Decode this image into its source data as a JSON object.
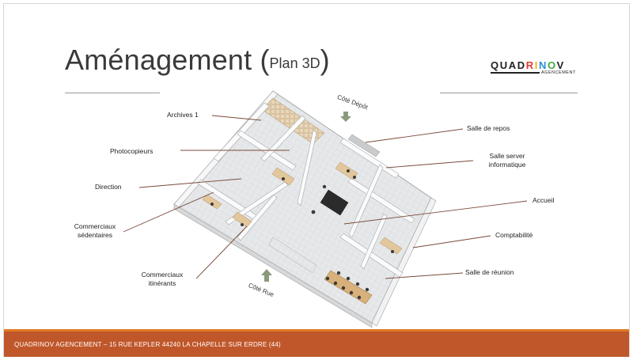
{
  "title": {
    "main": "Aménagement ",
    "open": "(",
    "sub": "Plan 3D",
    "close": ")"
  },
  "logo": {
    "letters": [
      "Q",
      "U",
      "A",
      "D",
      "R",
      "I",
      "N",
      "O",
      "V"
    ],
    "letter_colors": [
      "#222222",
      "#222222",
      "#222222",
      "#222222",
      "#e03a3a",
      "#f2b21b",
      "#2c8fd6",
      "#46a843",
      "#222222"
    ],
    "tagline": "AGENCEMENT"
  },
  "labels": {
    "archives": "Archives 1",
    "photocopieurs": "Photocopieurs",
    "direction": "Direction",
    "commerciaux_sed_1": "Commerciaux",
    "commerciaux_sed_2": "sédentaires",
    "commerciaux_iti_1": "Commerciaux",
    "commerciaux_iti_2": "itinérants",
    "salle_repos": "Salle de repos",
    "salle_server_1": "Salle server",
    "salle_server_2": "informatique",
    "accueil": "Accueil",
    "comptabilite": "Comptabilité",
    "salle_reunion": "Salle de réunion",
    "cote_depot": "Côté Dépôt",
    "cote_rue": "Côté Rue"
  },
  "colors": {
    "accent_orange": "#e07b22",
    "footer_rust": "#c0572a",
    "leader_brown": "#7a4a3a"
  },
  "footer": {
    "text": "QUADRINOV AGENCEMENT – 15 RUE KEPLER 44240 LA CHAPELLE SUR ERDRE (44)"
  }
}
